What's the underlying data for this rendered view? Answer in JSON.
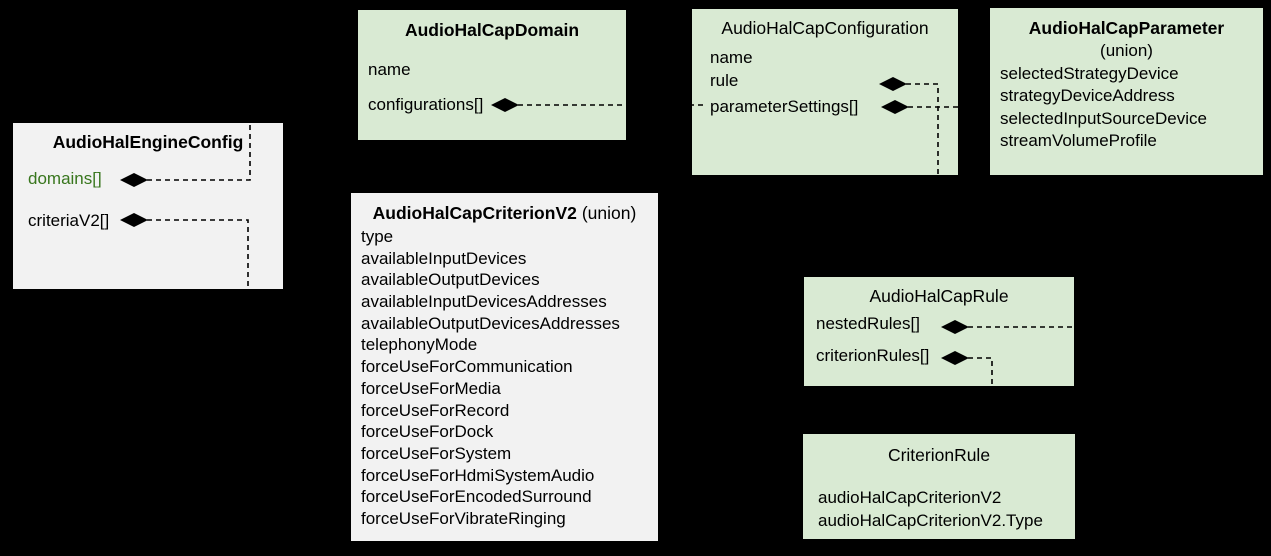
{
  "diagram": {
    "colors": {
      "background": "#000000",
      "green_box_fill": "#d9ead3",
      "gray_box_fill": "#f2f2f2",
      "text": "#000000",
      "domains_field_text": "#38761d",
      "connector": "#000000"
    },
    "boxes": {
      "engine_config": {
        "title": "AudioHalEngineConfig",
        "fields": {
          "domains": "domains[]",
          "criteria_v2": "criteriaV2[]"
        }
      },
      "domain": {
        "title": "AudioHalCapDomain",
        "fields": {
          "name": "name",
          "configurations": "configurations[]"
        }
      },
      "configuration": {
        "title": "AudioHalCapConfiguration",
        "fields": {
          "name": "name",
          "rule": "rule",
          "parameter_settings": "parameterSettings[]"
        }
      },
      "parameter": {
        "title": "AudioHalCapParameter",
        "subtitle": "(union)",
        "fields": [
          "selectedStrategyDevice",
          "strategyDeviceAddress",
          "selectedInputSourceDevice",
          "streamVolumeProfile"
        ]
      },
      "criterion_v2": {
        "title": "AudioHalCapCriterionV2",
        "subtitle": "(union)",
        "fields": [
          "type",
          "availableInputDevices",
          "availableOutputDevices",
          "availableInputDevicesAddresses",
          "availableOutputDevicesAddresses",
          "telephonyMode",
          "forceUseForCommunication",
          "forceUseForMedia",
          "forceUseForRecord",
          "forceUseForDock",
          "forceUseForSystem",
          "forceUseForHdmiSystemAudio",
          "forceUseForEncodedSurround",
          "forceUseForVibrateRinging"
        ]
      },
      "rule": {
        "title": "AudioHalCapRule",
        "fields": {
          "nested_rules": "nestedRules[]",
          "criterion_rules": "criterionRules[]"
        }
      },
      "criterion_rule": {
        "title": "CriterionRule",
        "fields": [
          "audioHalCapCriterionV2",
          "audioHalCapCriterionV2.Type"
        ]
      }
    },
    "connections": [
      {
        "from": "AudioHalEngineConfig.domains[]",
        "to": "AudioHalCapDomain",
        "type": "aggregation-diamond",
        "style": "dashed"
      },
      {
        "from": "AudioHalEngineConfig.criteriaV2[]",
        "to": "AudioHalCapCriterionV2",
        "type": "aggregation-diamond",
        "style": "dashed"
      },
      {
        "from": "AudioHalCapDomain.configurations[]",
        "to": "AudioHalCapConfiguration",
        "type": "aggregation-diamond",
        "style": "dashed"
      },
      {
        "from": "AudioHalCapConfiguration.rule",
        "to": "AudioHalCapRule",
        "type": "aggregation-diamond",
        "style": "dashed"
      },
      {
        "from": "AudioHalCapConfiguration.parameterSettings[]",
        "to": "AudioHalCapParameter",
        "type": "aggregation-diamond",
        "style": "dashed"
      },
      {
        "from": "AudioHalCapRule.nestedRules[]",
        "to": "AudioHalCapRule",
        "type": "aggregation-diamond",
        "style": "dashed"
      },
      {
        "from": "AudioHalCapRule.criterionRules[]",
        "to": "CriterionRule",
        "type": "aggregation-diamond",
        "style": "dashed"
      }
    ]
  }
}
